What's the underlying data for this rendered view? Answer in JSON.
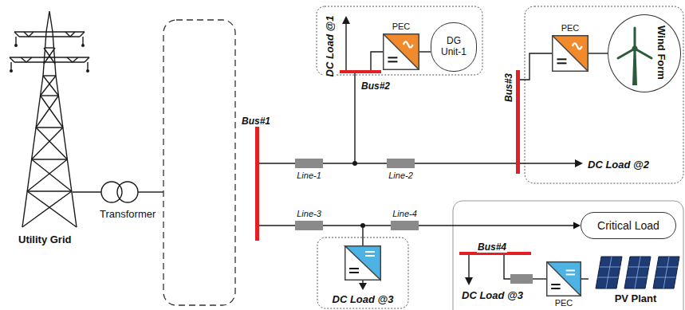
{
  "diagram": {
    "nodes": [
      {
        "text": [
          "PEC"
        ]
      },
      {
        "text": [
          "DG Unit-1"
        ]
      },
      {
        "text": [
          "PEC"
        ]
      },
      {
        "text": [
          "Wind Form"
        ]
      },
      {
        "text": [
          "Line-1"
        ]
      },
      {
        "text": [
          "Line-2"
        ]
      },
      {
        "text": [
          "Line-3"
        ]
      },
      {
        "text": [
          "Line-4"
        ]
      },
      {
        "text": [
          "Critical Load"
        ]
      },
      {
        "text": [
          "PEC"
        ]
      },
      {
        "text": [
          "PV Plant"
        ]
      }
    ],
    "edges": [
      {
        "from": 0,
        "to": 1,
        "arrow": "none"
      },
      {
        "from": 2,
        "to": 3,
        "arrow": "none"
      },
      {
        "from": 4,
        "to": 5,
        "arrow": "none"
      },
      {
        "from": 6,
        "to": 7,
        "arrow": "none"
      },
      {
        "from": 7,
        "to": 8,
        "arrow": "to"
      },
      {
        "from": 9,
        "to": 10,
        "arrow": "none"
      }
    ],
    "labels": [
      "Utility Grid",
      "Transformer",
      "Bus#1",
      "DC Load @1",
      "Bus#2",
      "Bus#3",
      "DC Load @2",
      "DC Load @3",
      "Bus#4",
      "DC Load @3"
    ]
  }
}
